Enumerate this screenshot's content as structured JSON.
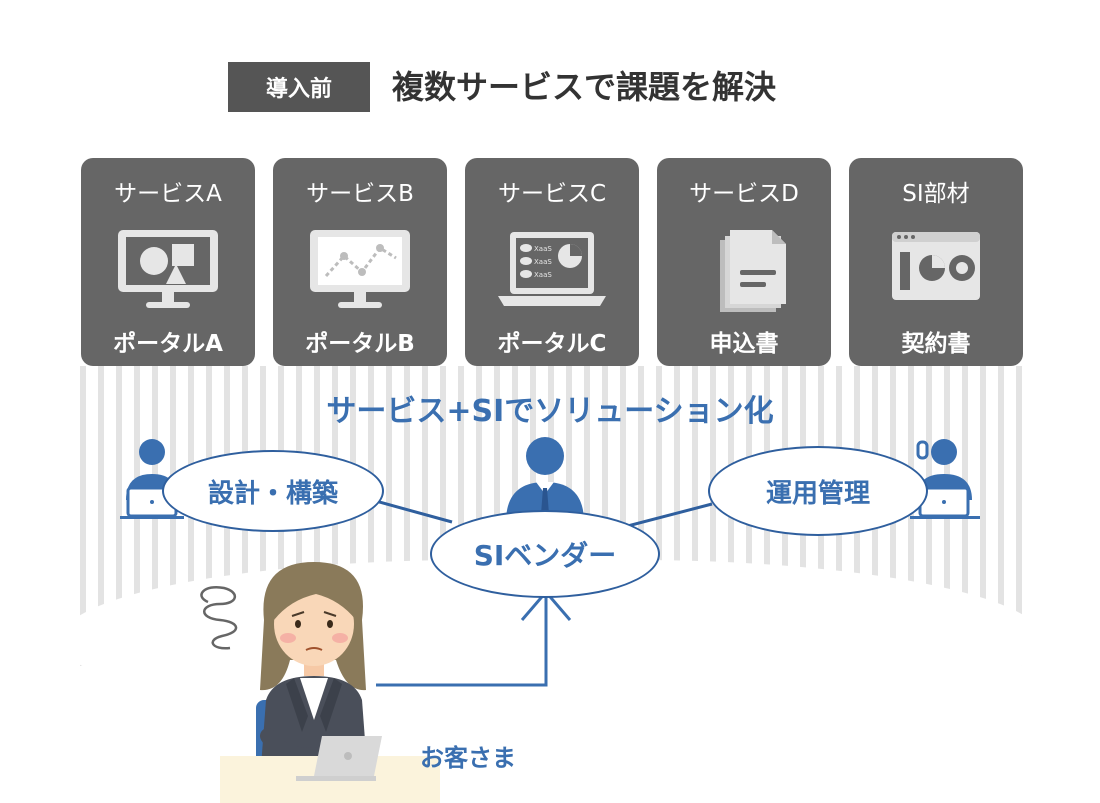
{
  "header": {
    "badge": "導入前",
    "title": "複数サービスで課題を解決"
  },
  "services": [
    {
      "name": "サービスA",
      "item": "ポータルA",
      "icon": "monitor-shapes-icon"
    },
    {
      "name": "サービスB",
      "item": "ポータルB",
      "icon": "monitor-line-chart-icon"
    },
    {
      "name": "サービスC",
      "item": "ポータルC",
      "icon": "laptop-xaas-icon"
    },
    {
      "name": "サービスD",
      "item": "申込書",
      "icon": "documents-icon"
    },
    {
      "name": "SI部材",
      "item": "契約書",
      "icon": "dashboard-window-icon"
    }
  ],
  "headline": "サービス+SIでソリューション化",
  "roles": {
    "design": "設計・構築",
    "vendor": "SIベンダー",
    "operations": "運用管理"
  },
  "customer": "お客さま",
  "xaas_label": "XaaS",
  "colors": {
    "card": "#666666",
    "badge": "#555555",
    "accent": "#3a6fb0",
    "line": "#2f5f9e"
  }
}
